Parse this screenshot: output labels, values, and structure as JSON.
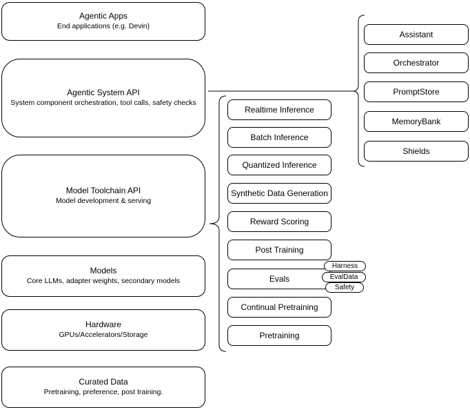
{
  "diagram": {
    "left_stack": [
      {
        "title": "Agentic Apps",
        "subtitle": "End applications (e.g. Devin)"
      },
      {
        "title": "Agentic System API",
        "subtitle": "System component orchestration, tool calls, safety checks"
      },
      {
        "title": "Model Toolchain API",
        "subtitle": "Model development & serving"
      },
      {
        "title": "Models",
        "subtitle": "Core LLMs, adapter weights, secondary models"
      },
      {
        "title": "Hardware",
        "subtitle": "GPUs/Accelerators/Storage"
      },
      {
        "title": "Curated Data",
        "subtitle": "Pretraining, preference, post training."
      }
    ],
    "toolchain_components": [
      "Realtime Inference",
      "Batch Inference",
      "Quantized Inference",
      "Synthetic Data Generation",
      "Reward Scoring",
      "Post Training",
      "Evals",
      "Continual Pretraining",
      "Pretraining"
    ],
    "evals_tags": [
      "Harness",
      "EvalData",
      "Safety"
    ],
    "system_components": [
      "Assistant",
      "Orchestrator",
      "PromptStore",
      "MemoryBank",
      "Shields"
    ],
    "colors": {
      "stroke": "#000000",
      "fill": "#ffffff",
      "background": "#ffffff",
      "text": "#000000"
    }
  }
}
